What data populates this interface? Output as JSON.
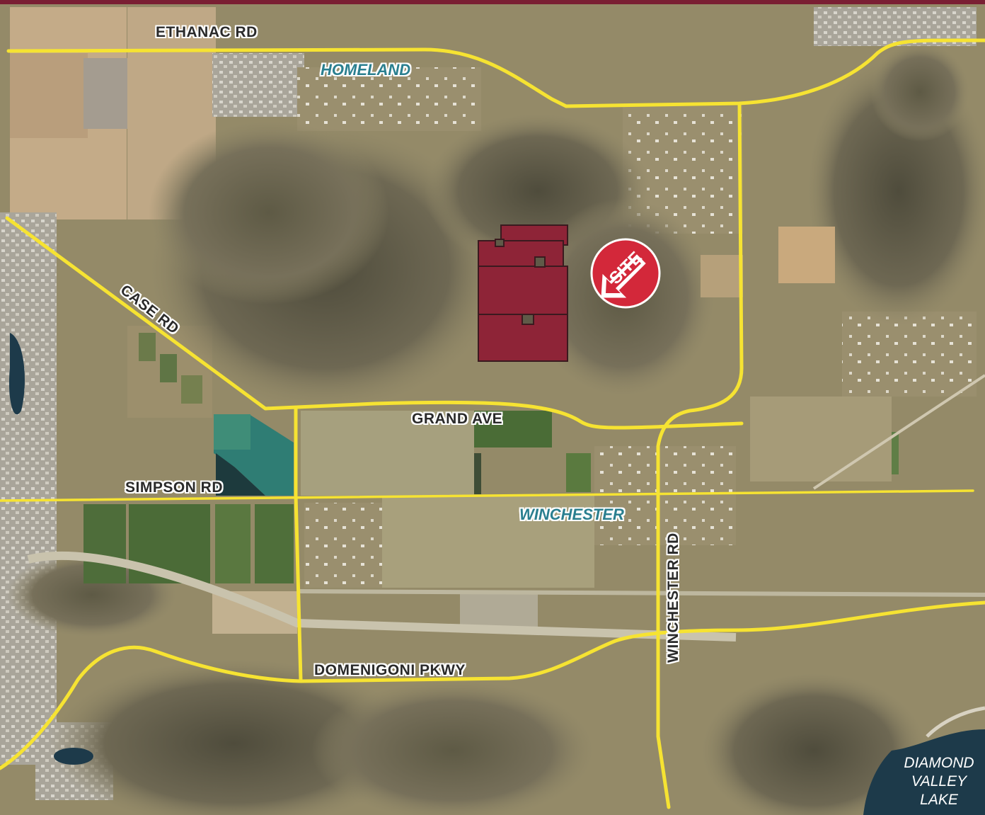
{
  "map": {
    "road_color": "#f6e332",
    "site_color": "#8e2437",
    "water_color": "#1d3a4a",
    "roads": {
      "ethanac": "ETHANAC RD",
      "case": "CASE RD",
      "grand": "GRAND AVE",
      "simpson": "SIMPSON RD",
      "winchester": "WINCHESTER RD",
      "domenigoni": "DOMENIGONI PKWY"
    },
    "places": {
      "homeland": "HOMELAND",
      "winchester": "WINCHESTER"
    },
    "lake": {
      "line1": "DIAMOND",
      "line2": "VALLEY",
      "line3": "LAKE"
    },
    "site_marker": {
      "label": "SITE",
      "icon": "site-arrow-icon"
    }
  }
}
